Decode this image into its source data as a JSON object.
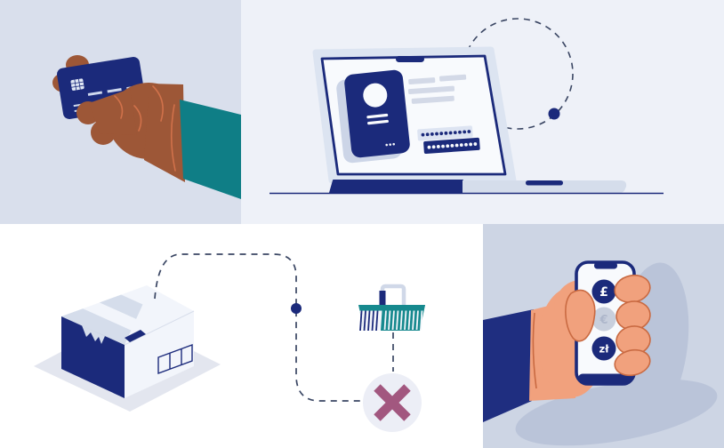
{
  "scene": {
    "panels": [
      {
        "id": "top-left",
        "name": "hand-with-payment-card"
      },
      {
        "id": "top-right",
        "name": "laptop-identity-login"
      },
      {
        "id": "bottom-left",
        "name": "parcel-route-declined"
      },
      {
        "id": "bottom-right",
        "name": "phone-currency-selection"
      }
    ]
  },
  "phone": {
    "currencies": [
      {
        "symbol": "£",
        "state": "active"
      },
      {
        "symbol": "€",
        "state": "dimmed"
      },
      {
        "symbol": "zł",
        "state": "active"
      }
    ]
  },
  "laptop": {
    "password_fields": [
      {
        "dot_count": 11
      },
      {
        "dot_count": 11
      }
    ]
  },
  "colors": {
    "navy": "#1b2a7b",
    "teal_sleeve": "#0f7e86",
    "basket_teal": "#16898e",
    "skin_dark": "#9d5737",
    "skin_dark_outline": "#d0714a",
    "skin_light": "#f1a17d",
    "skin_light_outline": "#c96a42",
    "panel_top_left_bg": "#d9dfec",
    "panel_top_right_bg": "#eef1f8",
    "panel_bottom_left_bg": "#ffffff",
    "panel_bottom_right_bg": "#cdd5e4",
    "light_accent": "#d5ddeb",
    "cross_mauve": "#a2577f",
    "cross_circle_bg": "#eceef6",
    "drop_shadow": "#bac4d9",
    "dash_stroke": "#3a4663"
  }
}
